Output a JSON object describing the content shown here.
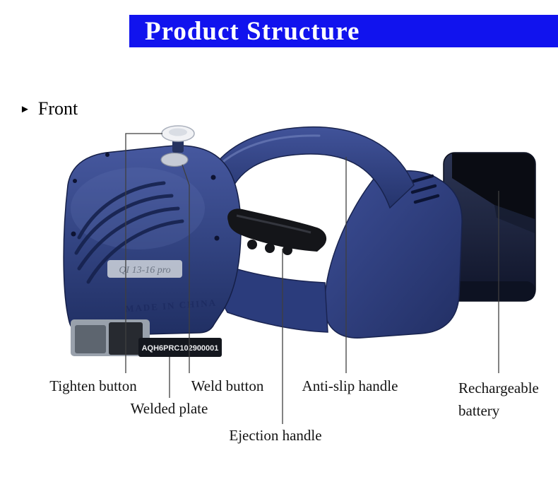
{
  "header": {
    "title": "Product Structure",
    "background_color": "#1113ee",
    "text_color": "#ffffff"
  },
  "section": {
    "bullet": "►",
    "label": "Front"
  },
  "product": {
    "description": "battery powered strapping tool, side view",
    "markings": {
      "model_label": "QI 13-16 pro",
      "origin_text": "MADE IN CHINA",
      "serial_number": "AQH6PRC102900001"
    },
    "colors": {
      "body_blue": "#31427f",
      "body_dark": "#1c2857",
      "battery_dark": "#10152a",
      "grip_black": "#141519",
      "knob_silver": "#f1f2f5",
      "callout_line": "#3f3f3f"
    }
  },
  "callouts": [
    {
      "id": "tighten-button",
      "label": "Tighten button"
    },
    {
      "id": "weld-button",
      "label": "Weld button"
    },
    {
      "id": "welded-plate",
      "label": "Welded plate"
    },
    {
      "id": "ejection-handle",
      "label": "Ejection handle"
    },
    {
      "id": "anti-slip-handle",
      "label": "Anti-slip handle"
    },
    {
      "id": "rechargeable-battery",
      "label": "Rechargeable battery",
      "label_line1": "Rechargeable",
      "label_line2": "battery"
    }
  ]
}
